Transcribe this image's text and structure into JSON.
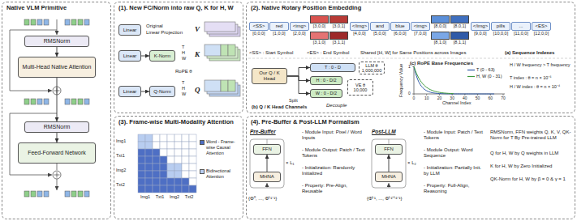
{
  "diagram": {
    "nodes": [
      {
        "text": [
          "Native VLM Primitive"
        ]
      },
      {
        "text": [
          "RMSNorm"
        ],
        "in": 0
      },
      {
        "text": [
          "Multi-Head Native Attention"
        ],
        "in": 0
      },
      {
        "text": [
          "RMSNorm"
        ],
        "in": 0
      },
      {
        "text": [
          "Feed-Forward Network"
        ],
        "in": 0
      },
      {
        "text": [
          "(1). New FC/Norm into raw Q, K for H, W"
        ]
      },
      {
        "text": [
          "Linear"
        ],
        "in": 5
      },
      {
        "text": [
          "Linear"
        ],
        "in": 5
      },
      {
        "text": [
          "K-Norm"
        ],
        "in": 5
      },
      {
        "text": [
          "Linear"
        ],
        "in": 5
      },
      {
        "text": [
          "Q-Norm"
        ],
        "in": 5
      },
      {
        "text": [
          "(2). Native Rotary Position Embedding"
        ]
      },
      {
        "text": [
          "<SS>",
          "[0,0,0]"
        ],
        "in": 11
      },
      {
        "text": [
          "red",
          "[1,0,0]"
        ],
        "in": 11
      },
      {
        "text": [
          "<img>",
          "[2,0,0]"
        ],
        "in": 11
      },
      {
        "text": [
          "[3,0,0]"
        ],
        "in": 11
      },
      {
        "text": [
          "[3,0,1]"
        ],
        "in": 11
      },
      {
        "text": [
          "[3,1,0]"
        ],
        "in": 11
      },
      {
        "text": [
          "[3,1,1]"
        ],
        "in": 11
      },
      {
        "text": [
          "</img>",
          "[4,0,0]"
        ],
        "in": 11
      },
      {
        "text": [
          "and",
          "[5,0,0]"
        ],
        "in": 11
      },
      {
        "text": [
          "blue",
          "[6,0,0]"
        ],
        "in": 11
      },
      {
        "text": [
          "<img>",
          "[7,0,0]"
        ],
        "in": 11
      },
      {
        "text": [
          "[8,0,0]"
        ],
        "in": 11
      },
      {
        "text": [
          "[8,0,1]"
        ],
        "in": 11
      },
      {
        "text": [
          "[8,1,0]"
        ],
        "in": 11
      },
      {
        "text": [
          "[8,1,1]"
        ],
        "in": 11
      },
      {
        "text": [
          "</img>",
          "[9,0,0]"
        ],
        "in": 11
      },
      {
        "text": [
          "pills",
          "[10,0,0]"
        ],
        "in": 11
      },
      {
        "text": [
          "...",
          "[11,0,0]"
        ],
        "in": 11
      },
      {
        "text": [
          "<ES>",
          "[12,0,0]"
        ],
        "in": 11
      },
      {
        "text": [
          "Our Q / K Head"
        ],
        "in": 11
      },
      {
        "text": [
          "T : 0 - D"
        ],
        "in": 11
      },
      {
        "text": [
          "H : 0 - D/2"
        ],
        "in": 11
      },
      {
        "text": [
          "W : 0 - D/2"
        ],
        "in": 11
      },
      {
        "text": [
          "LLM θ",
          "1,000,000"
        ],
        "in": 11
      },
      {
        "text": [
          "VE θ",
          "10,000"
        ],
        "in": 11
      },
      {
        "text": [
          "(3). Frame-wise Multi-Modality Attention"
        ]
      },
      {
        "text": [
          "(4). Pre-Buffer & Post-LLM Formalism"
        ]
      },
      {
        "text": [
          "FFN"
        ],
        "in": 38
      },
      {
        "text": [
          "MHNA"
        ],
        "in": 38
      },
      {
        "text": [
          "FFN"
        ],
        "in": 38
      },
      {
        "text": [
          "MHNA"
        ],
        "in": 38
      }
    ],
    "edges": [
      {
        "from": 1,
        "to": 2,
        "arrow": "to"
      },
      {
        "from": 2,
        "to": 3,
        "arrow": "to"
      },
      {
        "from": 3,
        "to": 4,
        "arrow": "to"
      },
      {
        "from": 7,
        "to": 8,
        "arrow": "to"
      },
      {
        "from": 9,
        "to": 10,
        "arrow": "to"
      },
      {
        "from": 31,
        "to": 32,
        "arrow": "to"
      },
      {
        "from": 31,
        "to": 33,
        "arrow": "to"
      },
      {
        "from": 31,
        "to": 34,
        "arrow": "to"
      },
      {
        "from": 40,
        "to": 39,
        "arrow": "to"
      },
      {
        "from": 42,
        "to": 41,
        "arrow": "to"
      }
    ],
    "labels": [
      "Original",
      "Linear Projection",
      "V",
      "RoPE θ",
      "T",
      "H",
      "W",
      "K",
      "T",
      "H",
      "W",
      "Q",
      "<SS> : Start Symbol",
      "<ES> : End Symbol",
      "Shared [H, W] for Same Positions across Images",
      "(a) Sequence Indexes",
      "(b) Q / K Head Channels",
      "Decouple",
      "Split",
      "(c) RoPE Base Frequencies",
      "Frequency Value",
      "Channel Index",
      "0",
      "10",
      "20",
      "30",
      "40",
      "50",
      "60",
      "70",
      "0",
      "1",
      "H / W frequency > T frequency",
      "T index : θ = n × 10⁻⁶",
      "H / W index : θ = n × 10⁻⁴",
      "Img1",
      "Txt1",
      "Img2",
      "Txt2",
      "Img1",
      "Txt1",
      "Img2",
      "Txt2",
      "Pre-Buffer",
      "× L₁",
      "{Φ⁰, ..., Φᴸ¹⁻¹}",
      "- Module Input: Pixel / Word Inputs",
      "- Module Output: Patch / Text Tokens",
      "- Initialization: Randomly Initialized",
      "- Property: Pre-Align, Reusable",
      "Post-LLM",
      "× L₂",
      "{Φᴸ¹, ..., Φᴸ¹⁺ᴸ²⁻¹}",
      "- Module Input: Patch / Text Tokens",
      "- Module Output: Word Sequence",
      "- Initialization: Partially Init. by LLM",
      "- Property: Full-Align, Reasoning",
      "RMSNorm, FFN weights Q, K, V, QK-Norm for T By Pre-trained LLM",
      "Q for H, W by Q weights in LLM",
      "K for H, W by Zero Initialized",
      "QK-Norm for H, W by β = 0 & γ = 1"
    ],
    "legend": [
      {
        "text": "T (0 - 63)"
      },
      {
        "text": "H, W (0 - 31)"
      },
      {
        "text": "Word - Frame-wise Causal Attention",
        "color": "#4e6fc4"
      },
      {
        "text": "Bidirectional Attention",
        "color": "#b8cdf0"
      }
    ]
  }
}
